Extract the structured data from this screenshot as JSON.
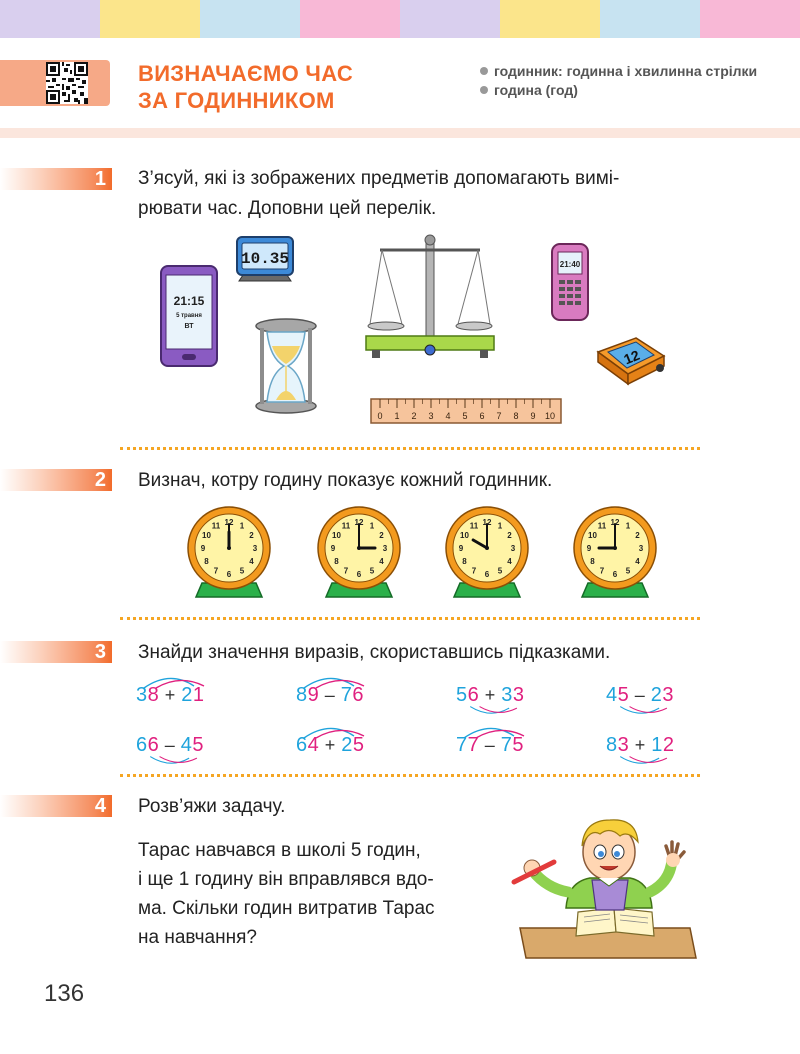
{
  "colors": {
    "stripes": [
      "#d9cfee",
      "#fbe58b",
      "#c7e3f1",
      "#f8b8d6",
      "#d9cfee",
      "#fbe58b",
      "#c7e3f1",
      "#f8b8d6"
    ],
    "accent_orange": "#f26b2b",
    "blue": "#1fa3dc",
    "pink": "#e0207f",
    "dotted": "#f5a623"
  },
  "header": {
    "title_line1": "ВИЗНАЧАЄМО ЧАС",
    "title_line2": "ЗА ГОДИННИКОМ",
    "terms": [
      "годинник: годинна і хвилинна стрілки",
      "година (год)"
    ]
  },
  "task1": {
    "number": "1",
    "line1": "З’ясуй, які із зображених предметів допомагають вимі-",
    "line2": "рювати час. Доповни цей перелік.",
    "phone_time": "21:15",
    "phone_date": "5 травня",
    "phone_day": "ВТ",
    "desk_clock": "10.35",
    "mobile_time": "21:40",
    "timer": "12",
    "ruler_marks": [
      "0",
      "1",
      "2",
      "3",
      "4",
      "5",
      "6",
      "7",
      "8",
      "9",
      "10"
    ]
  },
  "task2": {
    "number": "2",
    "text": "Визнач, котру годину показує кожний годинник.",
    "clock_numbers": [
      "12",
      "1",
      "2",
      "3",
      "4",
      "5",
      "6",
      "7",
      "8",
      "9",
      "10",
      "11"
    ],
    "clocks": [
      {
        "hour": 12,
        "minute": 0
      },
      {
        "hour": 3,
        "minute": 0
      },
      {
        "hour": 10,
        "minute": 0
      },
      {
        "hour": 9,
        "minute": 0
      }
    ]
  },
  "task3": {
    "number": "3",
    "text": "Знайди значення виразів, скориставшись підказками.",
    "expressions": [
      {
        "a": "38",
        "op": "+",
        "b": "21",
        "arc": "top"
      },
      {
        "a": "89",
        "op": "–",
        "b": "76",
        "arc": "top"
      },
      {
        "a": "56",
        "op": "+",
        "b": "33",
        "arc": "bottom"
      },
      {
        "a": "45",
        "op": "–",
        "b": "23",
        "arc": "bottom"
      },
      {
        "a": "66",
        "op": "–",
        "b": "45",
        "arc": "bottom"
      },
      {
        "a": "64",
        "op": "+",
        "b": "25",
        "arc": "top"
      },
      {
        "a": "77",
        "op": "–",
        "b": "75",
        "arc": "top"
      },
      {
        "a": "83",
        "op": "+",
        "b": "12",
        "arc": "bottom"
      }
    ]
  },
  "task4": {
    "number": "4",
    "heading": "Розв’яжи задачу.",
    "lines": [
      "Тарас навчався в школі 5 годин,",
      "і ще 1 годину він вправлявся вдо-",
      "ма. Скільки годин витратив Тарас",
      "на навчання?"
    ]
  },
  "page_number": "136"
}
